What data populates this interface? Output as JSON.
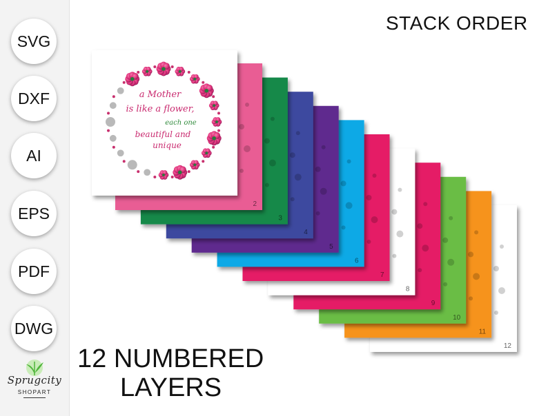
{
  "sidebar": {
    "formats": [
      "SVG",
      "DXF",
      "AI",
      "EPS",
      "PDF",
      "DWG"
    ],
    "brand": {
      "name": "Sprugcity",
      "sub": "SHOPART",
      "colors": {
        "leaf": "#4fb53a",
        "circle": "#c9ecb8"
      }
    }
  },
  "header": {
    "title": "STACK ORDER"
  },
  "headline": {
    "line1": "12 NUMBERED",
    "line2": "LAYERS"
  },
  "quote": {
    "lines": [
      "a Mother",
      "is like a flower,",
      "each one",
      "beautiful and",
      "unique"
    ],
    "colors": {
      "pink": "#c92a6f",
      "green": "#2f8a3b"
    }
  },
  "layers": [
    {
      "number": "2",
      "color": "#e95d94"
    },
    {
      "number": "3",
      "color": "#13894a"
    },
    {
      "number": "4",
      "color": "#3e4a9f"
    },
    {
      "number": "5",
      "color": "#5e2b8e"
    },
    {
      "number": "6",
      "color": "#0fa9e6"
    },
    {
      "number": "7",
      "color": "#e51f66"
    },
    {
      "number": "8",
      "color": "#ffffff"
    },
    {
      "number": "9",
      "color": "#e51f66"
    },
    {
      "number": "10",
      "color": "#6bbd45"
    },
    {
      "number": "11",
      "color": "#f6931f"
    },
    {
      "number": "12",
      "color": "#ffffff"
    }
  ],
  "top_layer": {
    "color": "#ffffff"
  }
}
